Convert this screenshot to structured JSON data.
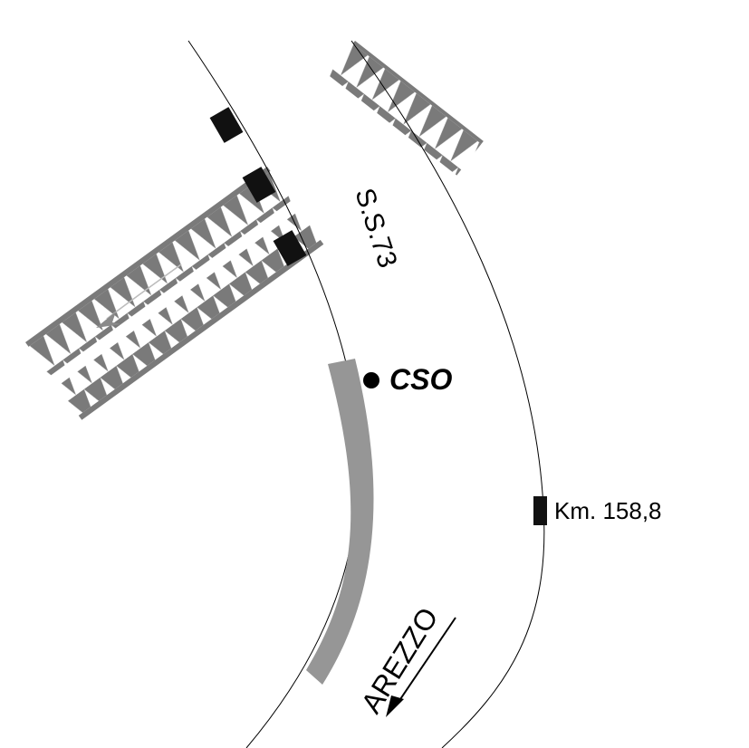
{
  "map": {
    "road_name": "S.S.73",
    "site_label": "CSO",
    "kilometre_marker": "Km. 158,8",
    "direction_label": "AREZZO",
    "colors": {
      "background": "#ffffff",
      "road_edge": "#000000",
      "highlight_bar": "#969696",
      "embankment": "#7a7a7a",
      "marker": "#111111"
    },
    "icons": [
      "embankment-hatching",
      "flow-arrow",
      "direction-arrow",
      "site-dot",
      "km-post"
    ]
  }
}
